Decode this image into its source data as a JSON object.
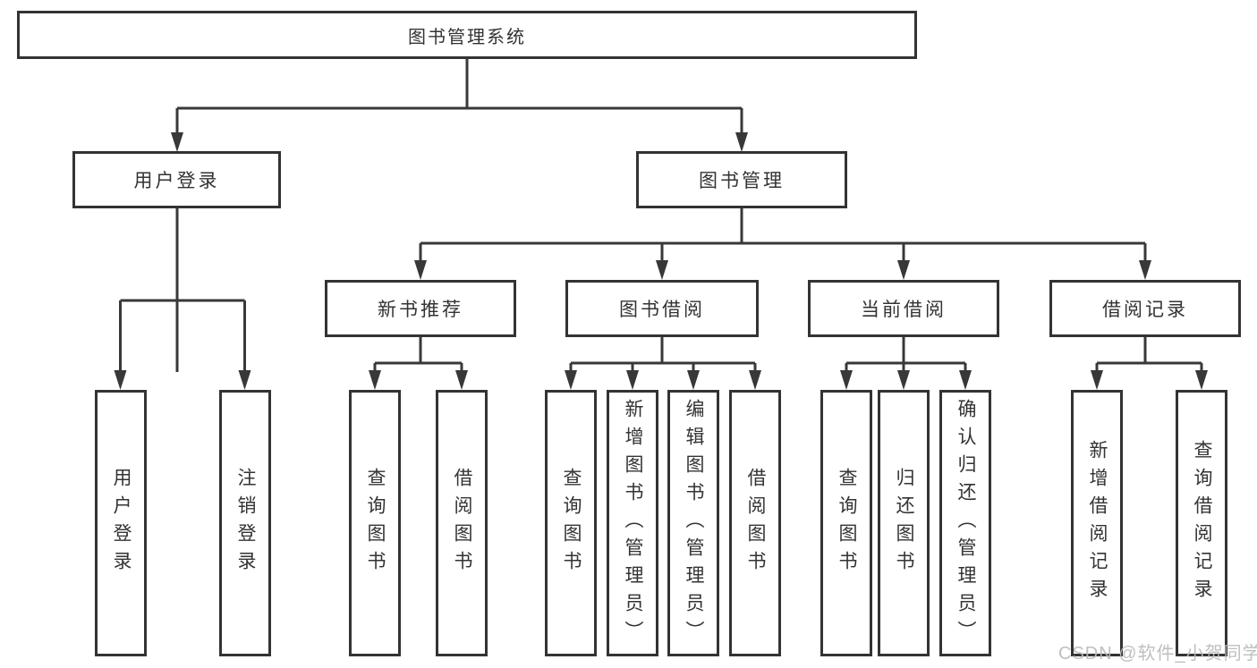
{
  "diagram": {
    "type": "hierarchy-diagram",
    "nodes": {
      "root": {
        "label": "图书管理系统"
      },
      "level2": [
        {
          "label": "用户登录",
          "parent": "图书管理系统"
        },
        {
          "label": "图书管理",
          "parent": "图书管理系统"
        }
      ],
      "level3": [
        {
          "label": "新书推荐",
          "parent": "图书管理"
        },
        {
          "label": "图书借阅",
          "parent": "图书管理"
        },
        {
          "label": "当前借阅",
          "parent": "图书管理"
        },
        {
          "label": "借阅记录",
          "parent": "图书管理"
        }
      ],
      "leaves": [
        {
          "label": "用户登录",
          "parent": "用户登录"
        },
        {
          "label": "注销登录",
          "parent": "用户登录"
        },
        {
          "label": "查询图书",
          "parent": "新书推荐"
        },
        {
          "label": "借阅图书",
          "parent": "新书推荐"
        },
        {
          "label": "查询图书",
          "parent": "图书借阅"
        },
        {
          "label": "新增图书（管理员）",
          "parent": "图书借阅"
        },
        {
          "label": "编辑图书（管理员）",
          "parent": "图书借阅"
        },
        {
          "label": "借阅图书",
          "parent": "图书借阅"
        },
        {
          "label": "查询图书",
          "parent": "当前借阅"
        },
        {
          "label": "归还图书",
          "parent": "当前借阅"
        },
        {
          "label": "确认归还（管理员）",
          "parent": "当前借阅"
        },
        {
          "label": "新增借阅记录",
          "parent": "借阅记录"
        },
        {
          "label": "查询借阅记录",
          "parent": "借阅记录"
        }
      ]
    },
    "colors": {
      "line": "#383838",
      "box_border": "#333333",
      "text": "#333333",
      "background": "#ffffff",
      "watermark": "#bababa"
    }
  },
  "watermark": {
    "text": "CSDN @软件_小贺同学"
  }
}
